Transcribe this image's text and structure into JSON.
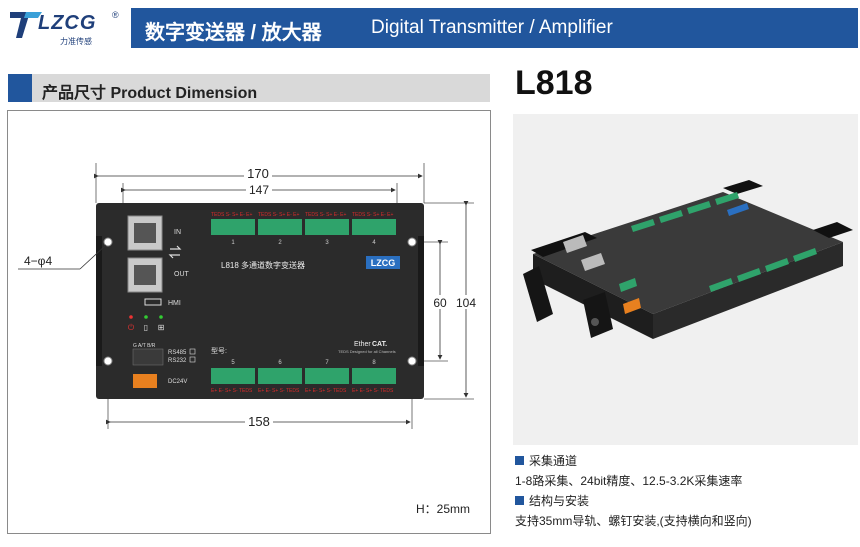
{
  "header": {
    "brand": "LZCG",
    "registered": "®",
    "tagline": "力准传感",
    "title_cn": "数字变送器 / 放大器",
    "title_en": "Digital Transmitter / Amplifier"
  },
  "section": {
    "title": "产品尺寸 Product Dimension"
  },
  "model": "L818",
  "drawing": {
    "dim_total_width": "170",
    "dim_inner_width": "147",
    "dim_bottom_width": "158",
    "dim_height_inner": "60",
    "dim_height_total": "104",
    "hole_label": "4−φ4",
    "height_note": "H：25mm",
    "label_in": "IN",
    "label_out": "OUT",
    "label_hmi": "HMI",
    "device_name": "L818 多通道数字变送器",
    "logo_on_device": "LZCG",
    "model_label": "型号:",
    "ethercat_prefix": "Ether",
    "ethercat_suffix": "CAT.",
    "ethercat_sub": "TEDS Designed for all Channels",
    "rs485": "RS485",
    "rs232": "RS232",
    "power_label": "DC24V",
    "conn_head": "G  A/T  B/R",
    "term_top": "TEDS S- S+ E- E+",
    "term_bottom": "E+ E- S+ S- TEDS",
    "channels_top": [
      "1",
      "2",
      "3",
      "4"
    ],
    "channels_bottom": [
      "5",
      "6",
      "7",
      "8"
    ]
  },
  "specs": [
    {
      "heading": "采集通道",
      "text": "1-8路采集、24bit精度、12.5-3.2K采集速率"
    },
    {
      "heading": "结构与安装",
      "text": "支持35mm导轨、螺钉安装,(支持横向和竖向)"
    }
  ],
  "colors": {
    "brand_blue": "#21569d",
    "teds_red": "#d92b2b",
    "device_body": "#2b2b2b",
    "terminal_green": "#2fa36b",
    "connector_orange": "#e8801f"
  }
}
